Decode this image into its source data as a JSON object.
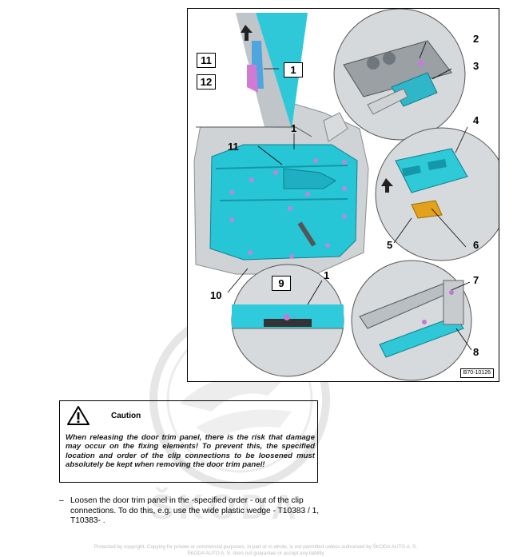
{
  "figure": {
    "code": "B70-10126",
    "callouts": [
      "1",
      "1",
      "1",
      "2",
      "3",
      "4",
      "5",
      "6",
      "7",
      "8",
      "9",
      "10",
      "11",
      "11",
      "12"
    ]
  },
  "caution": {
    "title": "Caution",
    "text": "When releasing the door trim panel, there is the risk that damage may occur on the fixing elements! To prevent this, the specified location and order of the clip connections to be loosened must absolutely be kept when removing the door trim panel!"
  },
  "step": {
    "dash": "–",
    "text": "Loosen the door trim panel in the -specified order - out of the clip connections. To do this, e.g. use the wide plastic wedge - T10383 / 1, T10383- ."
  },
  "watermark": {
    "brand": "ŠKODA"
  },
  "copyright": "Protected by copyright. Copying for private or commercial purposes, in part or in whole, is not permitted unless authorised by ŠKODA AUTO A. S. ŠKODA AUTO A. S. does not guarantee or accept any liability"
}
